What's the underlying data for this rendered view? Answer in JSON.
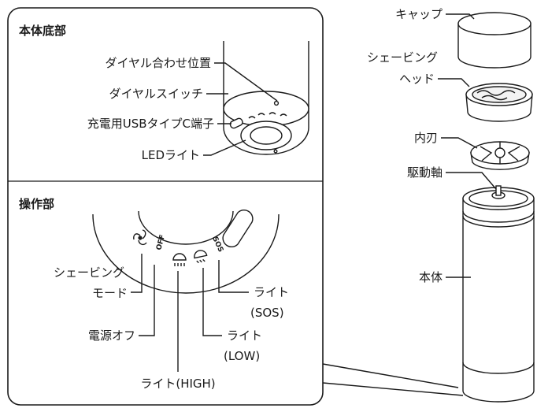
{
  "sections": {
    "bottom": "本体底部",
    "operation": "操作部"
  },
  "labels": {
    "dial_align": "ダイヤル合わせ位置",
    "dial_switch": "ダイヤルスイッチ",
    "usb_port": "充電用USBタイプC端子",
    "led_light": "LEDライト",
    "shaving_mode_1": "シェービング",
    "shaving_mode_2": "モード",
    "power_off": "電源オフ",
    "light_high": "ライト(HIGH)",
    "light_low_1": "ライト",
    "light_low_2": "(LOW)",
    "light_sos_1": "ライト",
    "light_sos_2": "(SOS)",
    "cap": "キャップ",
    "shaving_head_1": "シェービング",
    "shaving_head_2": "ヘッド",
    "inner_blade": "内刃",
    "drive_shaft": "駆動軸",
    "body": "本体"
  },
  "dial_marks": {
    "off": "OFF",
    "sos": "SOS"
  },
  "icons": [
    "shaving-mode-icon",
    "light-high-icon",
    "light-low-icon"
  ]
}
